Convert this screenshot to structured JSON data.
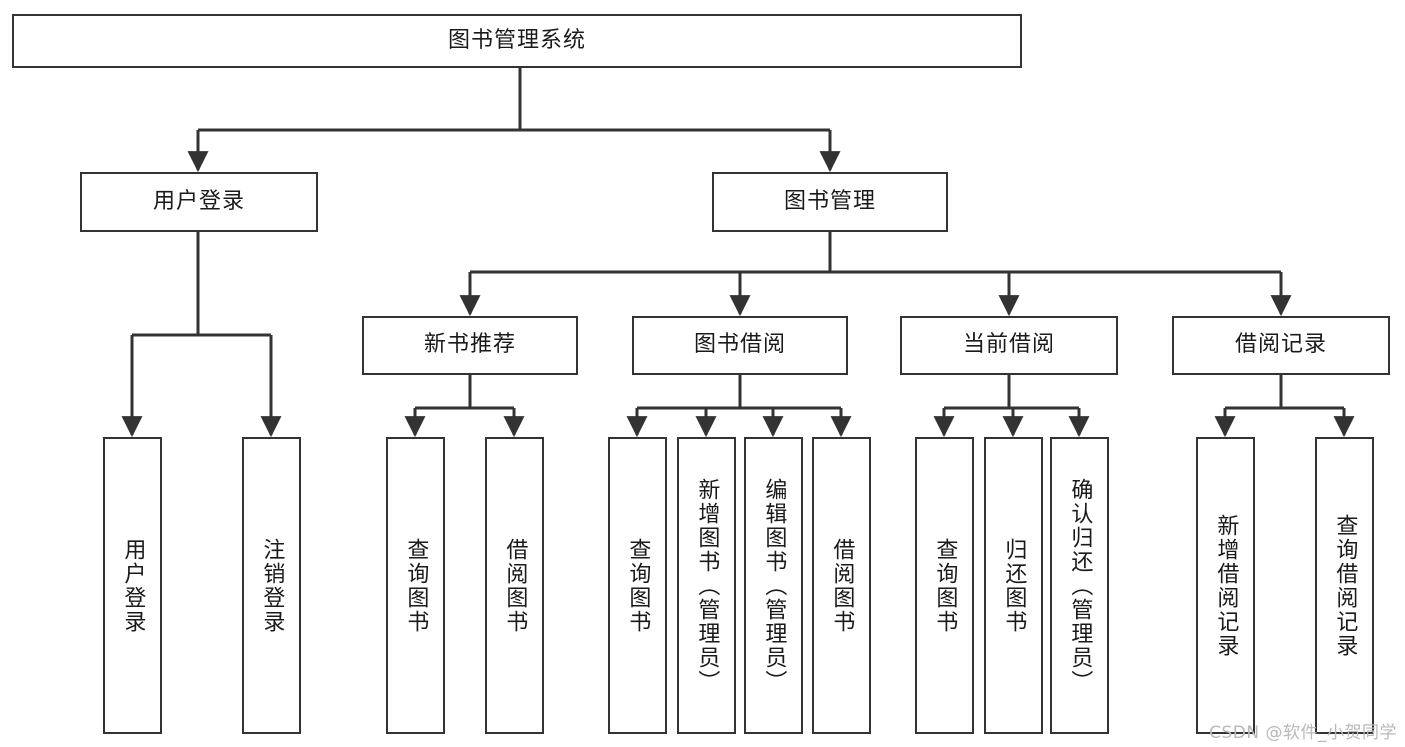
{
  "diagram": {
    "type": "tree",
    "title": "图书管理系统",
    "root": {
      "id": "root",
      "label": "图书管理系统"
    },
    "level2": [
      {
        "id": "user-login",
        "label": "用户登录"
      },
      {
        "id": "book-manage",
        "label": "图书管理"
      }
    ],
    "level3": [
      {
        "id": "new-book-recommend",
        "label": "新书推荐",
        "parent": "book-manage"
      },
      {
        "id": "book-borrow",
        "label": "图书借阅",
        "parent": "book-manage"
      },
      {
        "id": "current-borrow",
        "label": "当前借阅",
        "parent": "book-manage"
      },
      {
        "id": "borrow-record",
        "label": "借阅记录",
        "parent": "book-manage"
      }
    ],
    "leaves": {
      "user-login": [
        {
          "id": "leaf-user-login",
          "label": "用户登录"
        },
        {
          "id": "leaf-user-logout",
          "label": "注销登录"
        }
      ],
      "new-book-recommend": [
        {
          "id": "leaf-query-book-1",
          "label": "查询图书"
        },
        {
          "id": "leaf-borrow-book-1",
          "label": "借阅图书"
        }
      ],
      "book-borrow": [
        {
          "id": "leaf-query-book-2",
          "label": "查询图书"
        },
        {
          "id": "leaf-add-book",
          "label": "新增图书（管理员）"
        },
        {
          "id": "leaf-edit-book",
          "label": "编辑图书（管理员）"
        },
        {
          "id": "leaf-borrow-book-2",
          "label": "借阅图书"
        }
      ],
      "current-borrow": [
        {
          "id": "leaf-query-book-3",
          "label": "查询图书"
        },
        {
          "id": "leaf-return-book",
          "label": "归还图书"
        },
        {
          "id": "leaf-confirm-return",
          "label": "确认归还（管理员）"
        }
      ],
      "borrow-record": [
        {
          "id": "leaf-add-record",
          "label": "新增借阅记录"
        },
        {
          "id": "leaf-query-record",
          "label": "查询借阅记录"
        }
      ]
    },
    "colors": {
      "border": "#333333",
      "connector": "#333333",
      "background": "#ffffff",
      "text": "#1a1a1a",
      "watermark": "#b9b9b9"
    }
  },
  "watermark": {
    "text": "CSDN @软件_小贺同学"
  }
}
